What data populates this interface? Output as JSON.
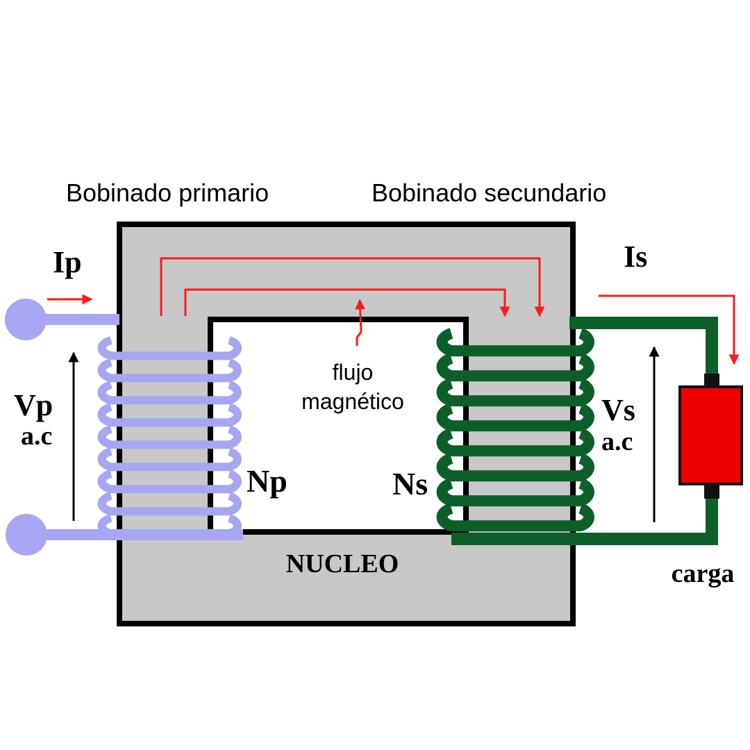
{
  "labels": {
    "primary_winding": "Bobinado primario",
    "secondary_winding": "Bobinado secundario",
    "primary_current": "Ip",
    "secondary_current": "Is",
    "primary_voltage": "Vp",
    "primary_voltage_type": "a.c",
    "secondary_voltage": "Vs",
    "secondary_voltage_type": "a.c",
    "primary_turns": "Np",
    "secondary_turns": "Ns",
    "flux_line1": "flujo",
    "flux_line2": "magnético",
    "core": "NUCLEO",
    "load": "carga"
  },
  "colors": {
    "core_fill": "#c8c8c8",
    "core_border": "#000000",
    "primary_coil": "#a6a6f2",
    "primary_coil_dark": "#9090e8",
    "secondary_coil": "#0d5f2a",
    "flux_arrow": "#ff1a1a",
    "load_fill": "#ee0000",
    "text": "#000000"
  }
}
